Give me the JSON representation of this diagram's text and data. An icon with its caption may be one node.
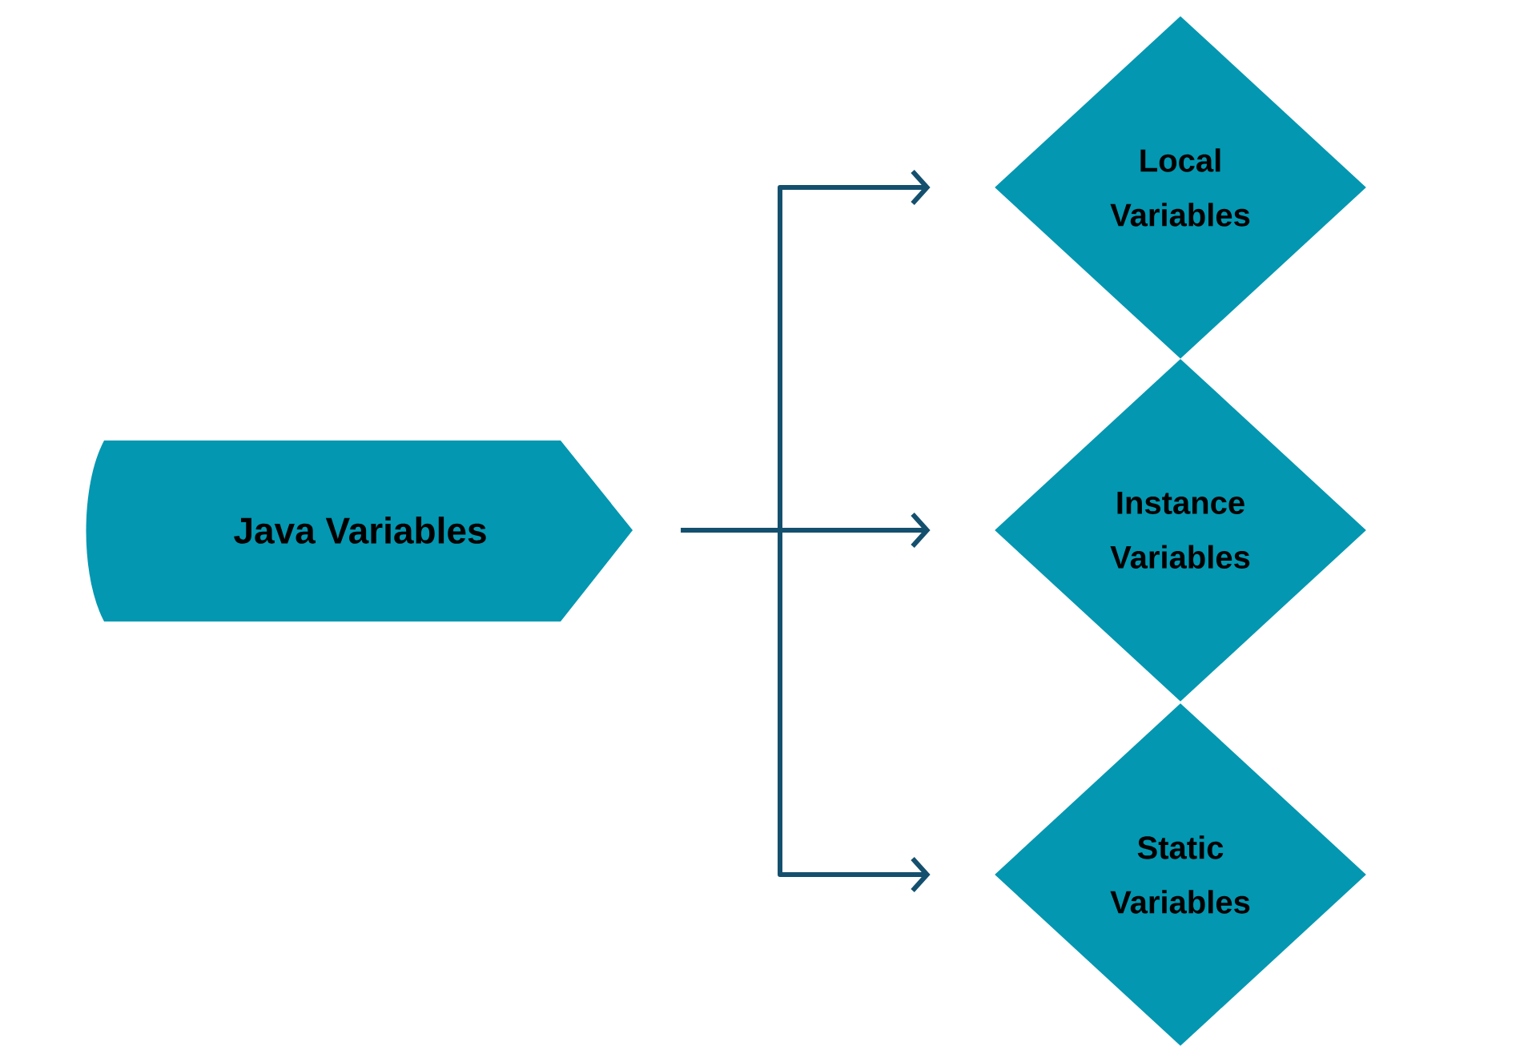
{
  "diagram": {
    "nodes": [
      {
        "text": [
          "Java Variables"
        ]
      },
      {
        "text": [
          "Local Variables"
        ]
      },
      {
        "text": [
          "Instance Variables"
        ]
      },
      {
        "text": [
          "Static Variables"
        ]
      }
    ],
    "edges": [
      {
        "from": 0,
        "to": 1,
        "arrow": "to"
      },
      {
        "from": 0,
        "to": 2,
        "arrow": "to"
      },
      {
        "from": 0,
        "to": 3,
        "arrow": "to"
      }
    ]
  }
}
